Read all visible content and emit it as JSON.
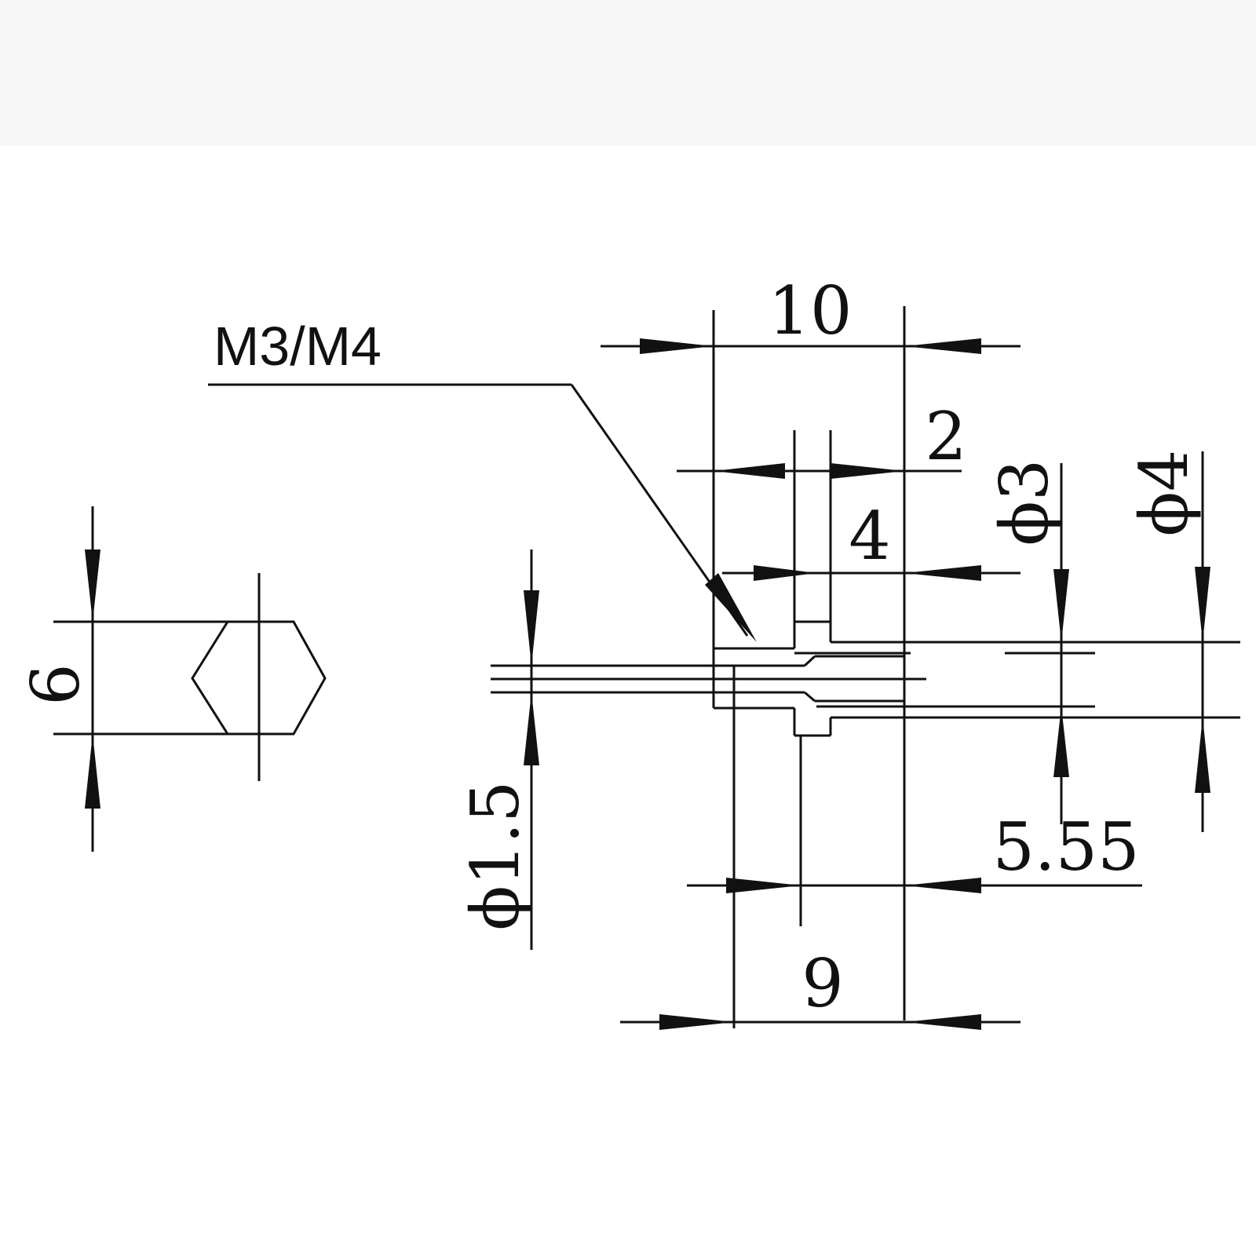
{
  "labels": {
    "thread_callout": "M3/M4",
    "overall_length": "10",
    "hex_length": "2",
    "neck_length": "4",
    "hole_dia": "ϕ3",
    "outer_dia": "ϕ4",
    "hex_flats": "6",
    "bore_dia": "ϕ1.5",
    "shank_length": "5.55",
    "body_length": "9"
  },
  "colors": {
    "line": "#111111",
    "background": "#ffffff",
    "band": "#f7f7f7"
  }
}
